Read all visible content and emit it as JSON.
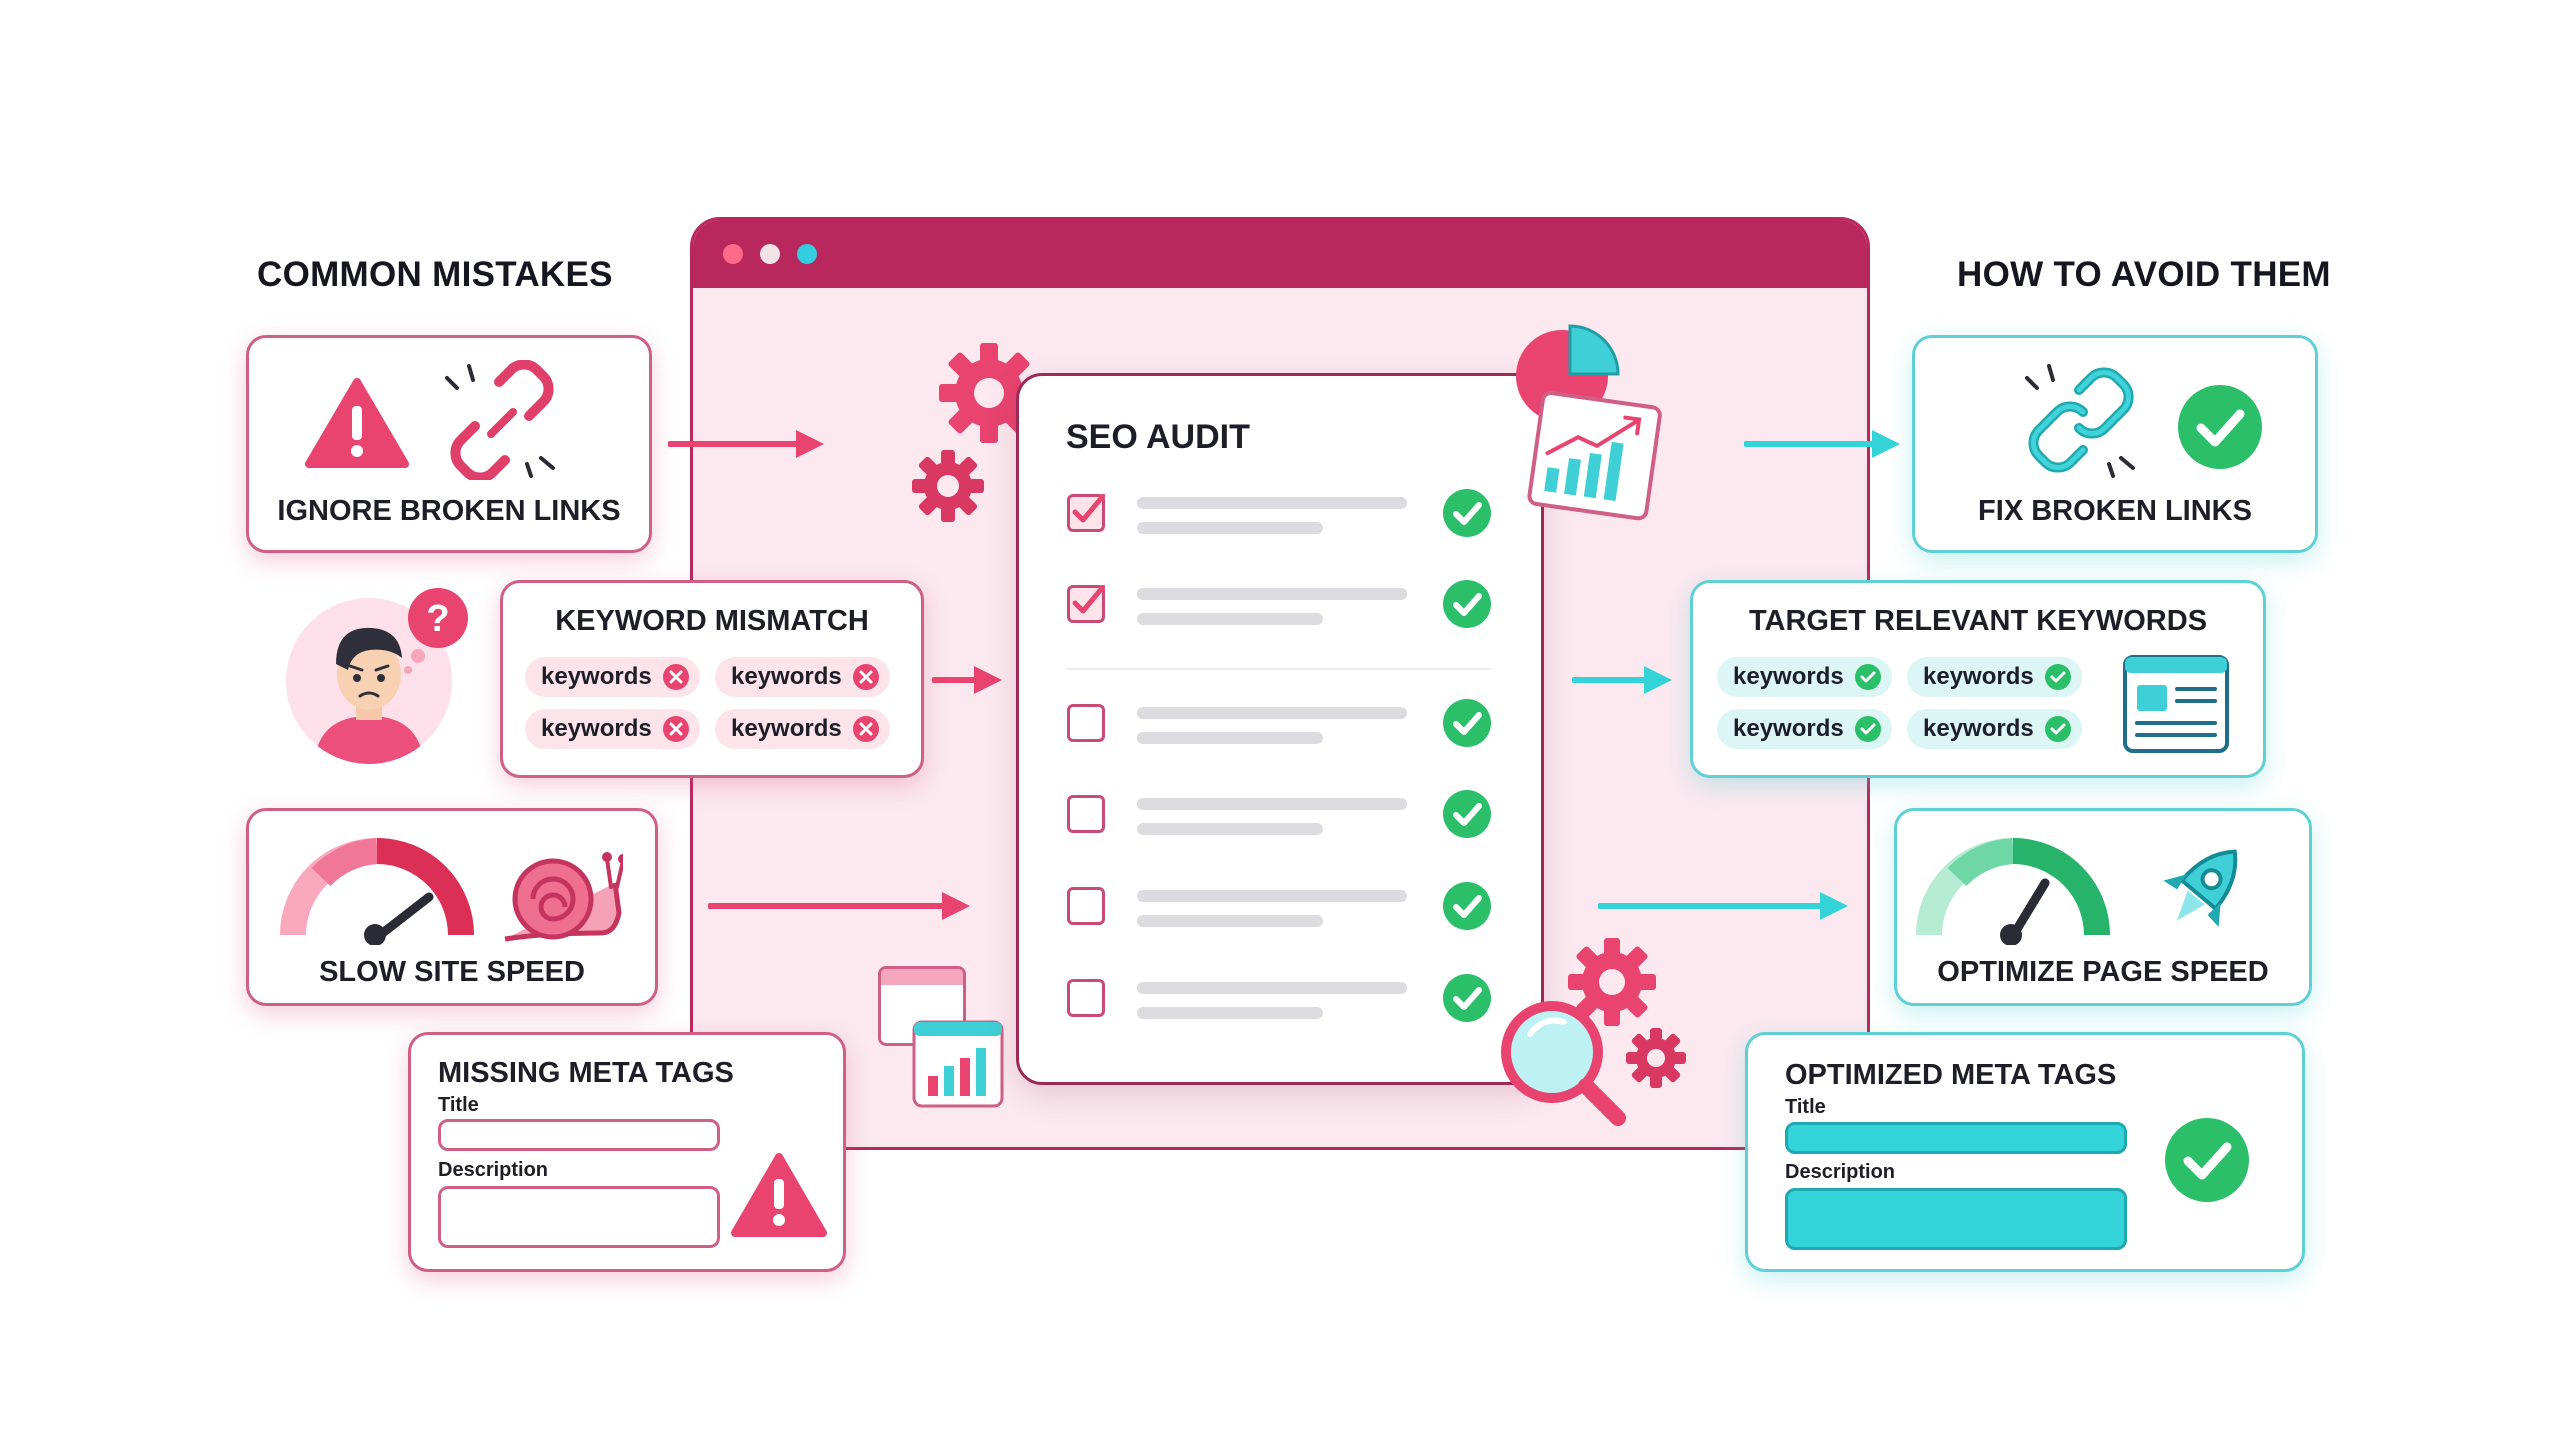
{
  "headings": {
    "left": "COMMON MISTAKES",
    "right": "HOW TO AVOID THEM"
  },
  "audit": {
    "title": "SEO AUDIT",
    "items": [
      {
        "checked": true
      },
      {
        "checked": true
      },
      {
        "checked": false
      },
      {
        "checked": false
      },
      {
        "checked": false
      },
      {
        "checked": false
      }
    ]
  },
  "mistakes": {
    "broken_links": {
      "label": "IGNORE BROKEN LINKS"
    },
    "keyword_mismatch": {
      "title": "KEYWORD MISMATCH",
      "chips": [
        "keywords",
        "keywords",
        "keywords",
        "keywords"
      ]
    },
    "slow_speed": {
      "label": "SLOW SITE SPEED"
    },
    "meta_tags": {
      "title": "MISSING META TAGS",
      "title_label": "Title",
      "description_label": "Description"
    }
  },
  "solutions": {
    "broken_links": {
      "label": "FIX BROKEN LINKS"
    },
    "keywords": {
      "title": "TARGET RELEVANT KEYWORDS",
      "chips": [
        "keywords",
        "keywords",
        "keywords",
        "keywords"
      ]
    },
    "speed": {
      "label": "OPTIMIZE PAGE SPEED"
    },
    "meta_tags": {
      "title": "OPTIMIZED META TAGS",
      "title_label": "Title",
      "description_label": "Description"
    }
  },
  "colors": {
    "mistake_accent": "#e8446f",
    "solution_accent": "#33d3d8",
    "browser_frame": "#b8285c",
    "success_green": "#2cbf6a"
  },
  "icons": {
    "mistakes": [
      "warning-icon",
      "broken-link-icon",
      "confused-person-icon",
      "question-icon",
      "slow-gauge-icon",
      "snail-icon",
      "warning-icon"
    ],
    "solutions": [
      "fixed-link-icon",
      "check-circle-icon",
      "article-icon",
      "fast-gauge-icon",
      "rocket-icon",
      "check-circle-icon"
    ],
    "decor": [
      "gear-icon",
      "pie-chart-icon",
      "bar-chart-icon",
      "magnifier-icon"
    ]
  }
}
